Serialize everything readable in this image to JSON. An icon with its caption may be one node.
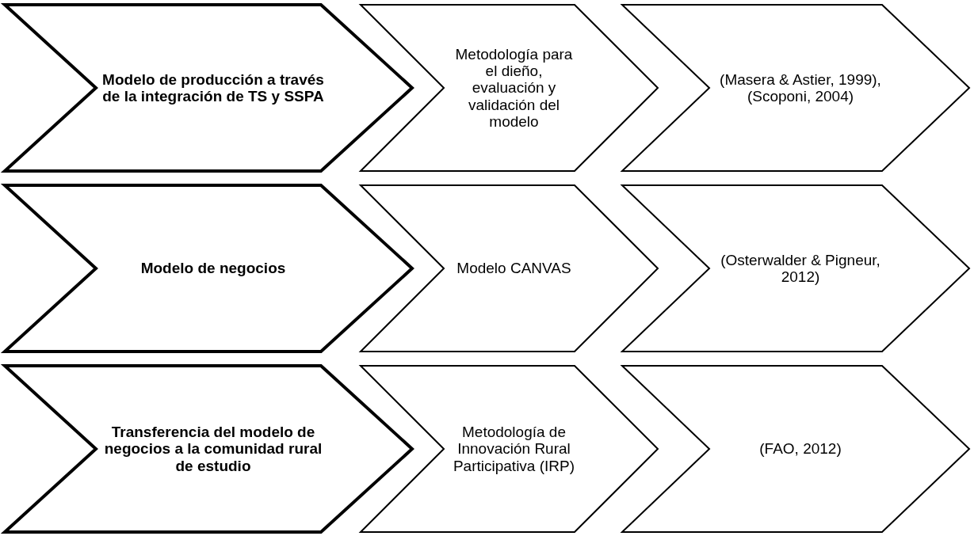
{
  "diagram": {
    "nodes": [
      {
        "text": [
          "Modelo de producción a través de la integración de TS y SSPA"
        ]
      },
      {
        "text": [
          "Metodología para el dieño, evaluación y validación del modelo"
        ]
      },
      {
        "text": [
          "(Masera & Astier, 1999), (Scoponi, 2004)"
        ]
      },
      {
        "text": [
          "Modelo de negocios"
        ]
      },
      {
        "text": [
          "Modelo CANVAS"
        ]
      },
      {
        "text": [
          "(Osterwalder & Pigneur, 2012)"
        ]
      },
      {
        "text": [
          "Transferencia del modelo de negocios a la comunidad rural de estudio"
        ]
      },
      {
        "text": [
          "Metodología de Innovación Rural Participativa (IRP)"
        ]
      },
      {
        "text": [
          "(FAO, 2012)"
        ]
      }
    ],
    "edges": []
  }
}
